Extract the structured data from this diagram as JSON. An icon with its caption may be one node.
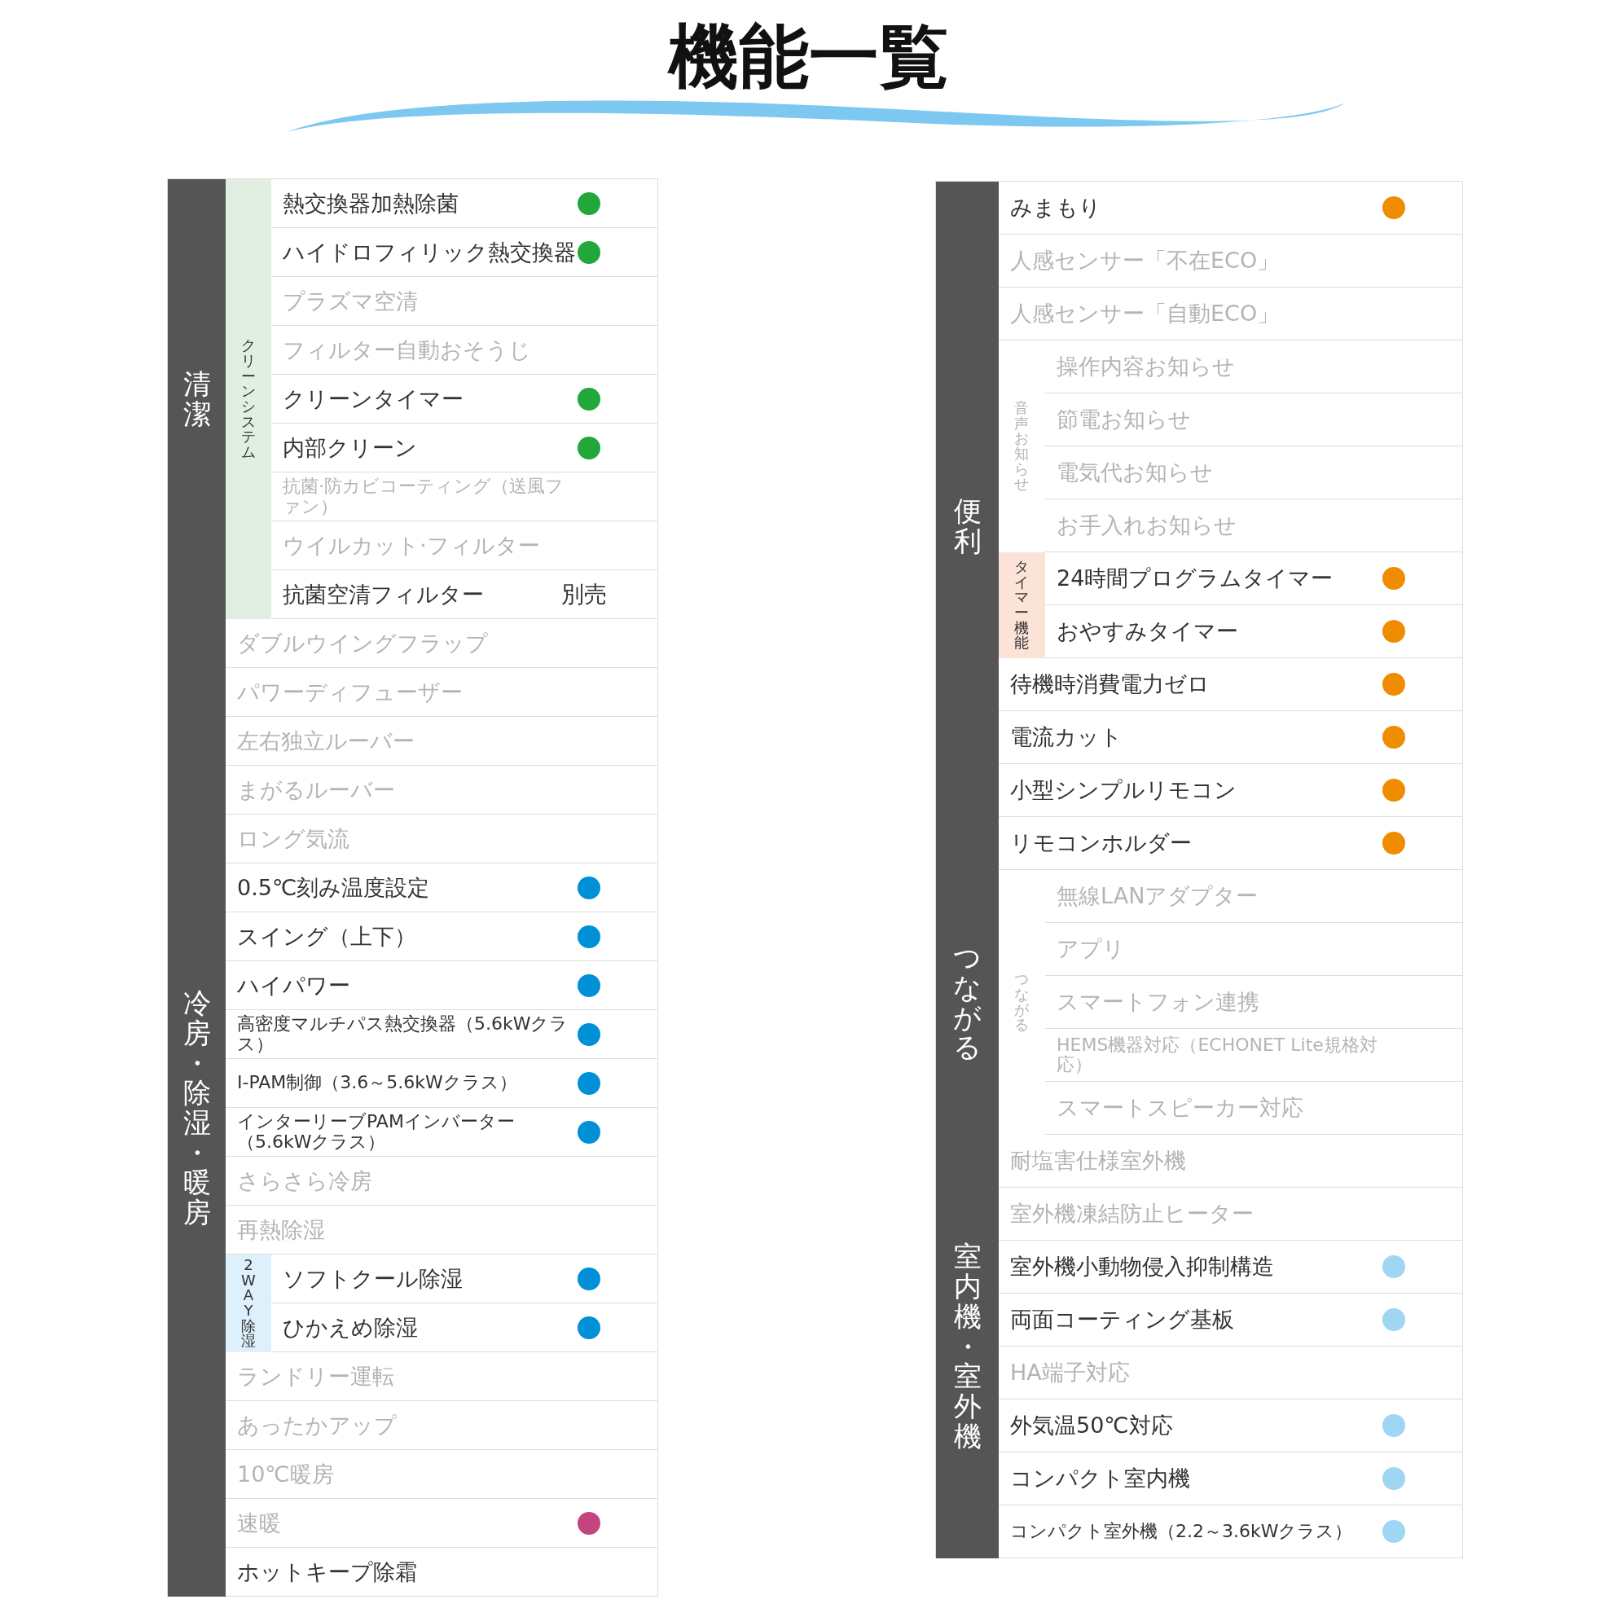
{
  "diagram": {
    "title": "機能一覧",
    "nodes": [
      {
        "text": [
          "清潔"
        ]
      },
      {
        "text": [
          "クリーンシステム"
        ],
        "in": 0
      },
      {
        "text": [
          "熱交換器加熱除菌"
        ],
        "in": 1
      },
      {
        "text": [
          "ハイドロフィリック熱交換器"
        ],
        "in": 1
      },
      {
        "text": [
          "プラズマ空清"
        ],
        "in": 1
      },
      {
        "text": [
          "フィルター自動おそうじ"
        ],
        "in": 1
      },
      {
        "text": [
          "クリーンタイマー"
        ],
        "in": 1
      },
      {
        "text": [
          "内部クリーン"
        ],
        "in": 1
      },
      {
        "text": [
          "抗菌·防カビコーティング（送風ファン）"
        ],
        "in": 1
      },
      {
        "text": [
          "ウイルカット·フィルター"
        ],
        "in": 1
      },
      {
        "text": [
          "抗菌空清フィルター",
          "別売"
        ],
        "in": 1
      },
      {
        "text": [
          "冷房・除湿・暖房"
        ]
      },
      {
        "text": [
          "ダブルウイングフラップ"
        ],
        "in": 11
      },
      {
        "text": [
          "パワーディフューザー"
        ],
        "in": 11
      },
      {
        "text": [
          "左右独立ルーバー"
        ],
        "in": 11
      },
      {
        "text": [
          "まがるルーバー"
        ],
        "in": 11
      },
      {
        "text": [
          "ロング気流"
        ],
        "in": 11
      },
      {
        "text": [
          "0.5℃刻み温度設定"
        ],
        "in": 11
      },
      {
        "text": [
          "スイング（上下）"
        ],
        "in": 11
      },
      {
        "text": [
          "ハイパワー"
        ],
        "in": 11
      },
      {
        "text": [
          "高密度マルチパス熱交換器（5.6kWクラス）"
        ],
        "in": 11
      },
      {
        "text": [
          "I-PAM制御（3.6～5.6kWクラス）"
        ],
        "in": 11
      },
      {
        "text": [
          "インターリーブPAMインバーター（5.6kWクラス）"
        ],
        "in": 11
      },
      {
        "text": [
          "さらさら冷房"
        ],
        "in": 11
      },
      {
        "text": [
          "再熱除湿"
        ],
        "in": 11
      },
      {
        "text": [
          "2WAY除湿"
        ],
        "in": 11
      },
      {
        "text": [
          "ソフトクール除湿"
        ],
        "in": 25
      },
      {
        "text": [
          "ひかえめ除湿"
        ],
        "in": 25
      },
      {
        "text": [
          "ランドリー運転"
        ],
        "in": 11
      },
      {
        "text": [
          "あったかアップ"
        ],
        "in": 11
      },
      {
        "text": [
          "10℃暖房"
        ],
        "in": 11
      },
      {
        "text": [
          "速暖"
        ],
        "in": 11
      },
      {
        "text": [
          "ホットキープ除霜"
        ],
        "in": 11
      },
      {
        "text": [
          "便利"
        ]
      },
      {
        "text": [
          "みまもり"
        ],
        "in": 33
      },
      {
        "text": [
          "人感センサー「不在ECO」"
        ],
        "in": 33
      },
      {
        "text": [
          "人感センサー「自動ECO」"
        ],
        "in": 33
      },
      {
        "text": [
          "音声お知らせ"
        ],
        "in": 33
      },
      {
        "text": [
          "操作内容お知らせ"
        ],
        "in": 37
      },
      {
        "text": [
          "節電お知らせ"
        ],
        "in": 37
      },
      {
        "text": [
          "電気代お知らせ"
        ],
        "in": 37
      },
      {
        "text": [
          "お手入れお知らせ"
        ],
        "in": 37
      },
      {
        "text": [
          "タイマー機能"
        ],
        "in": 33
      },
      {
        "text": [
          "24時間プログラムタイマー"
        ],
        "in": 42
      },
      {
        "text": [
          "おやすみタイマー"
        ],
        "in": 42
      },
      {
        "text": [
          "待機時消費電力ゼロ"
        ],
        "in": 33
      },
      {
        "text": [
          "電流カット"
        ],
        "in": 33
      },
      {
        "text": [
          "小型シンプルリモコン"
        ],
        "in": 33
      },
      {
        "text": [
          "リモコンホルダー"
        ],
        "in": 33
      },
      {
        "text": [
          "つながる"
        ]
      },
      {
        "text": [
          "つながる"
        ],
        "in": 49
      },
      {
        "text": [
          "無線LANアダプター"
        ],
        "in": 50
      },
      {
        "text": [
          "アプリ"
        ],
        "in": 50
      },
      {
        "text": [
          "スマートフォン連携"
        ],
        "in": 50
      },
      {
        "text": [
          "HEMS機器対応（ECHONET Lite規格対応）"
        ],
        "in": 50
      },
      {
        "text": [
          "スマートスピーカー対応"
        ],
        "in": 50
      },
      {
        "text": [
          "室内機・室外機"
        ]
      },
      {
        "text": [
          "耐塩害仕様室外機"
        ],
        "in": 56
      },
      {
        "text": [
          "室外機凍結防止ヒーター"
        ],
        "in": 56
      },
      {
        "text": [
          "室外機小動物侵入抑制構造"
        ],
        "in": 56
      },
      {
        "text": [
          "両面コーティング基板"
        ],
        "in": 56
      },
      {
        "text": [
          "HA端子対応"
        ],
        "in": 56
      },
      {
        "text": [
          "外気温50℃対応"
        ],
        "in": 56
      },
      {
        "text": [
          "コンパクト室内機"
        ],
        "in": 56
      },
      {
        "text": [
          "コンパクト室外機（2.2～3.6kWクラス）"
        ],
        "in": 56
      },
      {
        "text": [],
        "shape": "wave"
      }
    ]
  }
}
